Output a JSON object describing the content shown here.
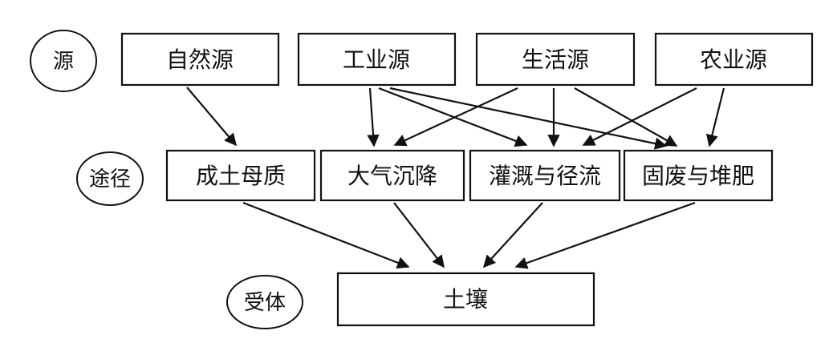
{
  "diagram": {
    "tiers": {
      "source_label": "源",
      "pathway_label": "途径",
      "receptor_label": "受体"
    },
    "sources": [
      {
        "label": "自然源"
      },
      {
        "label": "工业源"
      },
      {
        "label": "生活源"
      },
      {
        "label": "农业源"
      }
    ],
    "pathways": [
      {
        "label": "成土母质"
      },
      {
        "label": "大气沉降"
      },
      {
        "label": "灌溉与径流"
      },
      {
        "label": "固废与堆肥"
      }
    ],
    "receptors": [
      {
        "label": "土壤"
      }
    ],
    "edges": [
      {
        "from": "自然源",
        "to": "成土母质"
      },
      {
        "from": "工业源",
        "to": "大气沉降"
      },
      {
        "from": "工业源",
        "to": "灌溉与径流"
      },
      {
        "from": "工业源",
        "to": "固废与堆肥"
      },
      {
        "from": "生活源",
        "to": "大气沉降"
      },
      {
        "from": "生活源",
        "to": "灌溉与径流"
      },
      {
        "from": "生活源",
        "to": "固废与堆肥"
      },
      {
        "from": "农业源",
        "to": "灌溉与径流"
      },
      {
        "from": "农业源",
        "to": "固废与堆肥"
      },
      {
        "from": "成土母质",
        "to": "土壤"
      },
      {
        "from": "大气沉降",
        "to": "土壤"
      },
      {
        "from": "灌溉与径流",
        "to": "土壤"
      },
      {
        "from": "固废与堆肥",
        "to": "土壤"
      }
    ],
    "colors": {
      "stroke": "#111111",
      "background": "#ffffff"
    }
  }
}
